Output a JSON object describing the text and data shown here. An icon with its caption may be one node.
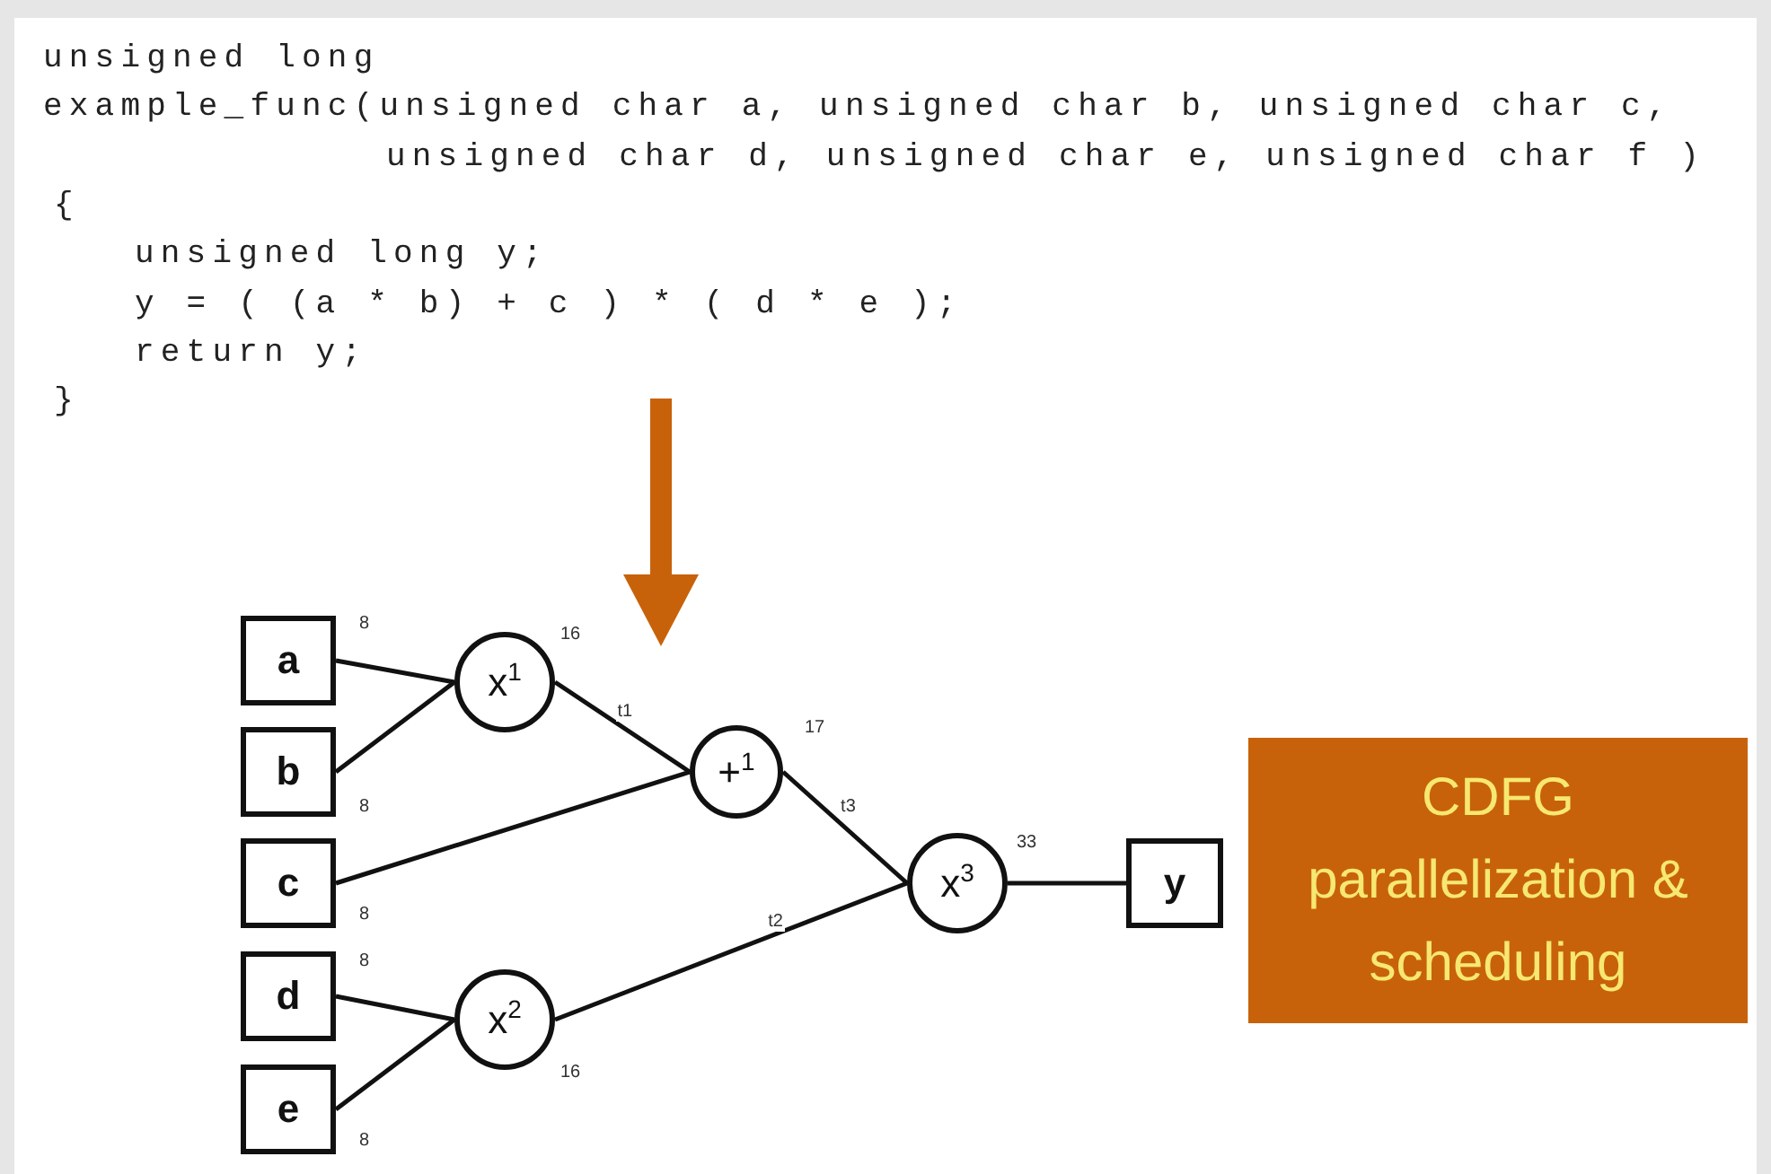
{
  "diagram": {
    "nodes": [
      {
        "text": [
          "a"
        ],
        "beside": [
          "8"
        ]
      },
      {
        "text": [
          "b"
        ],
        "beside": [
          "8"
        ]
      },
      {
        "text": [
          "c"
        ],
        "beside": [
          "8"
        ]
      },
      {
        "text": [
          "d"
        ],
        "beside": [
          "8"
        ]
      },
      {
        "text": [
          "e"
        ],
        "beside": [
          "8"
        ]
      },
      {
        "text": [
          "x$^{1}$"
        ],
        "beside": [
          "16"
        ]
      },
      {
        "text": [
          "+$^{1}$"
        ],
        "beside": [
          "17"
        ]
      },
      {
        "text": [
          "x$^{2}$"
        ],
        "beside": [
          "16"
        ]
      },
      {
        "text": [
          "x$^{3}$"
        ],
        "beside": [
          "33"
        ]
      },
      {
        "text": [
          "y"
        ]
      },
      {
        "text": [
          "CDFG parallelization & scheduling"
        ]
      }
    ],
    "edges": [
      {
        "from": 0,
        "to": 5,
        "arrow": "none"
      },
      {
        "from": 1,
        "to": 5,
        "arrow": "none"
      },
      {
        "from": 5,
        "to": 6,
        "label": "t1",
        "arrow": "none"
      },
      {
        "from": 2,
        "to": 6,
        "arrow": "none"
      },
      {
        "from": 3,
        "to": 7,
        "arrow": "none"
      },
      {
        "from": 4,
        "to": 7,
        "arrow": "none"
      },
      {
        "from": 6,
        "to": 8,
        "label": "t3",
        "arrow": "none"
      },
      {
        "from": 7,
        "to": 8,
        "label": "t2",
        "arrow": "none"
      },
      {
        "from": 8,
        "to": 9,
        "arrow": "none"
      }
    ],
    "labels": [
      "unsigned long",
      "example_func(unsigned char a, unsigned char b, unsigned char c,",
      "unsigned char d, unsigned char e, unsigned char f )",
      "{",
      "unsigned long y;",
      "y = ( (a * b) + c ) * ( d * e );",
      "return y;",
      "}"
    ]
  }
}
